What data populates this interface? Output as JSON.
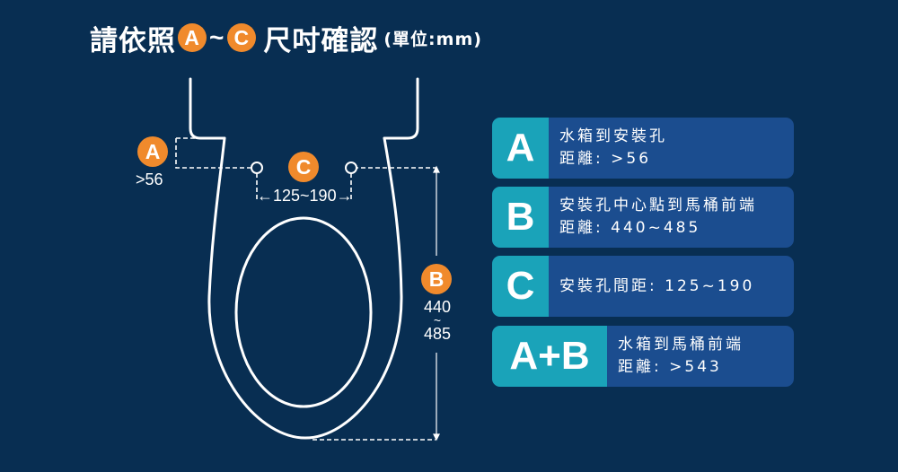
{
  "title": {
    "prefix": "請依照",
    "badge_start": "A",
    "separator": "~",
    "badge_end": "C",
    "suffix": "尺吋確認",
    "unit": "(單位:mm)"
  },
  "diagram": {
    "label_a": {
      "badge": "A",
      "value": ">56"
    },
    "label_c": {
      "badge": "C",
      "value": "←125~190→"
    },
    "label_b": {
      "badge": "B",
      "value_min": "440",
      "separator": "~",
      "value_max": "485"
    }
  },
  "cards": [
    {
      "key": "A",
      "line1": "水箱到安裝孔",
      "line2": "距離: >56"
    },
    {
      "key": "B",
      "line1": "安裝孔中心點到馬桶前端",
      "line2": "距離: 440~485"
    },
    {
      "key": "C",
      "line1": "安裝孔間距: 125~190",
      "line2": ""
    },
    {
      "key": "A+B",
      "line1": "水箱到馬桶前端",
      "line2": "距離: >543"
    }
  ],
  "colors": {
    "background": "#082e52",
    "accent_orange": "#f08a2c",
    "card_key": "#1aa3b9",
    "card_body": "#1b4d8f"
  }
}
